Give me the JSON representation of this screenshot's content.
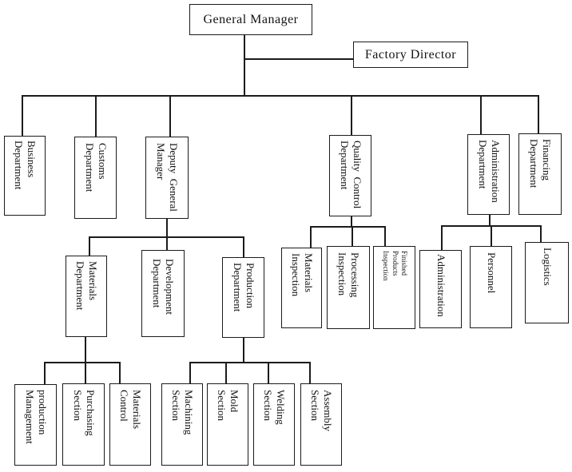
{
  "diagram": {
    "type": "organizational-chart",
    "background": "#ffffff",
    "line_color": "#1b1b1b"
  },
  "nodes": {
    "general_manager": {
      "label": "General Manager"
    },
    "factory_director": {
      "label": "Factory Director"
    },
    "business": {
      "label": "Business\nDepartment"
    },
    "customs": {
      "label": "Customs\nDepartment"
    },
    "deputy_general_manager": {
      "label": "Deputy  General\nManager"
    },
    "quality_control": {
      "label": "Quality  Control\nDepartment"
    },
    "administration_department": {
      "label": "Administration\nDepartment"
    },
    "financing": {
      "label": "Financing\nDepartment"
    },
    "materials_department": {
      "label": "Materials\nDepartment"
    },
    "development_department": {
      "label": "Development\nDepartment"
    },
    "production_department": {
      "label": "Production\nDepartment"
    },
    "materials_inspection": {
      "label": "Materials\nInspection"
    },
    "processing_inspection": {
      "label": "Processing\nInspection"
    },
    "finished_products_inspection": {
      "label": "Finished\nProducts\nInspection"
    },
    "administration_office": {
      "label": "Administration"
    },
    "personnel": {
      "label": "Personnel"
    },
    "logistics": {
      "label": "Logistics"
    },
    "production_management": {
      "label": "production\nManagement"
    },
    "purchasing_section": {
      "label": "Purchasing\nSection"
    },
    "materials_control": {
      "label": "Materials\nControl"
    },
    "machining_section": {
      "label": "Machining\nSection"
    },
    "mold_section": {
      "label": "Mold\nSection"
    },
    "welding_section": {
      "label": "Welding\nSection"
    },
    "assembly_section": {
      "label": "Assembly\nSection"
    }
  },
  "hierarchy": {
    "general_manager": [
      "factory_director",
      "business",
      "customs",
      "deputy_general_manager",
      "quality_control",
      "administration_department",
      "financing"
    ],
    "deputy_general_manager": [
      "materials_department",
      "development_department",
      "production_department"
    ],
    "quality_control": [
      "materials_inspection",
      "processing_inspection",
      "finished_products_inspection"
    ],
    "administration_department": [
      "administration_office",
      "personnel",
      "logistics"
    ],
    "materials_department": [
      "production_management",
      "purchasing_section",
      "materials_control"
    ],
    "production_department": [
      "machining_section",
      "mold_section",
      "welding_section",
      "assembly_section"
    ]
  }
}
